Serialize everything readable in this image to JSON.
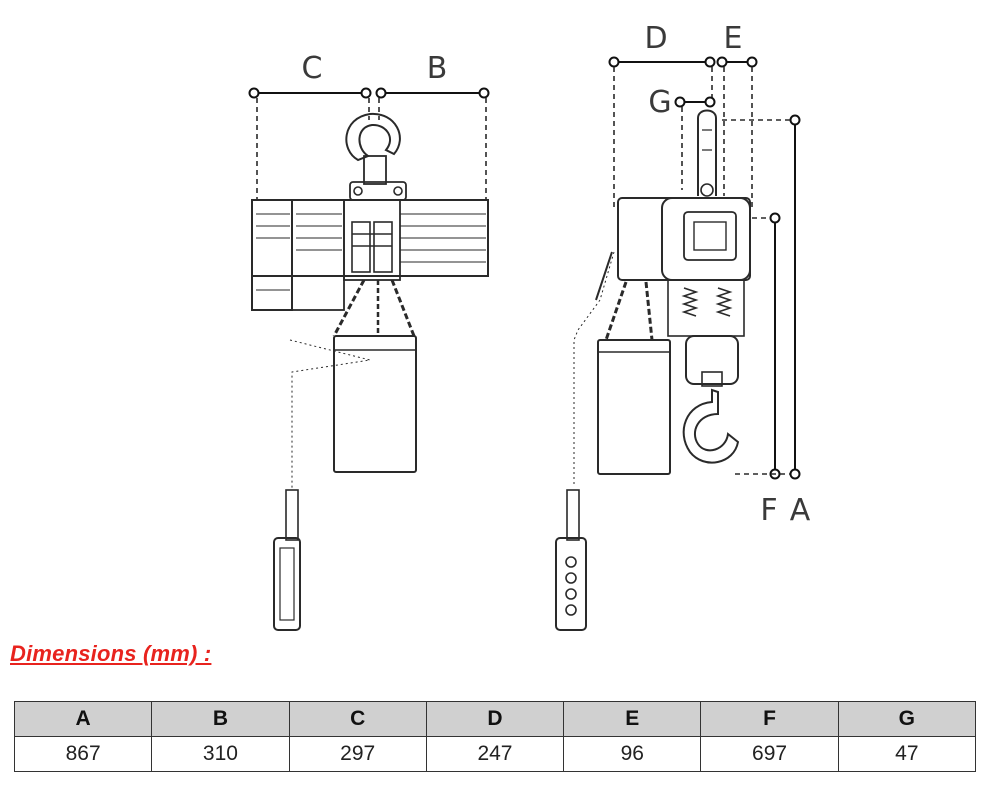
{
  "diagram": {
    "labels": {
      "c": "C",
      "b": "B",
      "d": "D",
      "e": "E",
      "g": "G",
      "f": "F",
      "a": "A"
    }
  },
  "heading": "Dimensions (mm) :",
  "table": {
    "headers": [
      "A",
      "B",
      "C",
      "D",
      "E",
      "F",
      "G"
    ],
    "values": [
      "867",
      "310",
      "297",
      "247",
      "96",
      "697",
      "47"
    ]
  },
  "colors": {
    "heading": "#e8231e",
    "header_bg": "#d0d0d0",
    "line": "#333333"
  }
}
